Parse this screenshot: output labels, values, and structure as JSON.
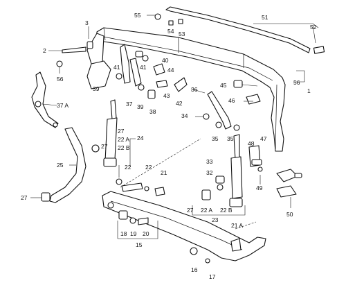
{
  "callouts": [
    {
      "id": "c55",
      "text": "55"
    },
    {
      "id": "c54",
      "text": "54"
    },
    {
      "id": "c53",
      "text": "53"
    },
    {
      "id": "c51",
      "text": "51"
    },
    {
      "id": "c52",
      "text": "52"
    },
    {
      "id": "c3",
      "text": "3"
    },
    {
      "id": "c2",
      "text": "2"
    },
    {
      "id": "c56a",
      "text": "56"
    },
    {
      "id": "c40",
      "text": "40"
    },
    {
      "id": "c41a",
      "text": "41"
    },
    {
      "id": "c41b",
      "text": "41"
    },
    {
      "id": "c44",
      "text": "44"
    },
    {
      "id": "c39a",
      "text": "39"
    },
    {
      "id": "c37a",
      "text": "37"
    },
    {
      "id": "c39b",
      "text": "39"
    },
    {
      "id": "c43",
      "text": "43"
    },
    {
      "id": "c38",
      "text": "38"
    },
    {
      "id": "c42",
      "text": "42"
    },
    {
      "id": "c37A",
      "text": "37 A"
    },
    {
      "id": "c45",
      "text": "45"
    },
    {
      "id": "c56b",
      "text": "56"
    },
    {
      "id": "c1",
      "text": "1"
    },
    {
      "id": "c36",
      "text": "36"
    },
    {
      "id": "c46",
      "text": "46"
    },
    {
      "id": "c34",
      "text": "34"
    },
    {
      "id": "c35a",
      "text": "35"
    },
    {
      "id": "c35b",
      "text": "35"
    },
    {
      "id": "c27a",
      "text": "27"
    },
    {
      "id": "c22Aa",
      "text": "22 A"
    },
    {
      "id": "c22Ba",
      "text": "22 B"
    },
    {
      "id": "c24",
      "text": "24"
    },
    {
      "id": "c27b",
      "text": "27"
    },
    {
      "id": "c47",
      "text": "47"
    },
    {
      "id": "c48",
      "text": "48"
    },
    {
      "id": "c25",
      "text": "25"
    },
    {
      "id": "c22a",
      "text": "22"
    },
    {
      "id": "c22b",
      "text": "22"
    },
    {
      "id": "c21",
      "text": "21"
    },
    {
      "id": "c33",
      "text": "33"
    },
    {
      "id": "c32",
      "text": "32"
    },
    {
      "id": "c49",
      "text": "49"
    },
    {
      "id": "c27c",
      "text": "27"
    },
    {
      "id": "c27d",
      "text": "27"
    },
    {
      "id": "c22Ab",
      "text": "22 A"
    },
    {
      "id": "c22Bb",
      "text": "22 B"
    },
    {
      "id": "c23",
      "text": "23"
    },
    {
      "id": "c50",
      "text": "50"
    },
    {
      "id": "c18",
      "text": "18"
    },
    {
      "id": "c19",
      "text": "19"
    },
    {
      "id": "c20",
      "text": "20"
    },
    {
      "id": "c15",
      "text": "15"
    },
    {
      "id": "c21A",
      "text": "21 A"
    },
    {
      "id": "c16",
      "text": "16"
    },
    {
      "id": "c17",
      "text": "17"
    }
  ]
}
